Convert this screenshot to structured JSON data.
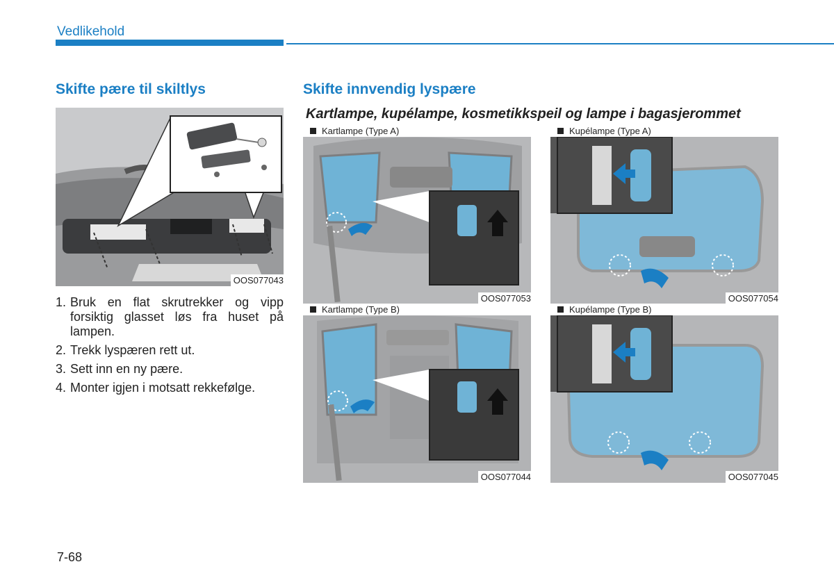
{
  "header": {
    "section": "Vedlikehold",
    "accent": "#1b7fc4"
  },
  "left": {
    "title": "Skifte pære til skiltlys",
    "figure": {
      "code": "OOS077043"
    },
    "steps": [
      {
        "num": "1.",
        "text": "Bruk en flat skrutrekker og vipp forsiktig glasset løs fra huset på lampen."
      },
      {
        "num": "2.",
        "text": "Trekk lyspæren rett ut."
      },
      {
        "num": "3.",
        "text": "Sett inn en ny pære."
      },
      {
        "num": "4.",
        "text": "Monter igjen i motsatt rekkefølge."
      }
    ]
  },
  "right": {
    "title": "Skifte innvendig lyspære",
    "subtitle": "Kartlampe, kupélampe, kosmetikkspeil og lampe i bagasjerommet",
    "figures": [
      {
        "caption": "Kartlampe (Type A)",
        "code": "OOS077053"
      },
      {
        "caption": "Kupélampe (Type A)",
        "code": "OOS077054"
      },
      {
        "caption": "Kartlampe (Type B)",
        "code": "OOS077044"
      },
      {
        "caption": "Kupélampe (Type B)",
        "code": "OOS077045"
      }
    ]
  },
  "footer": {
    "page": "7-68"
  }
}
